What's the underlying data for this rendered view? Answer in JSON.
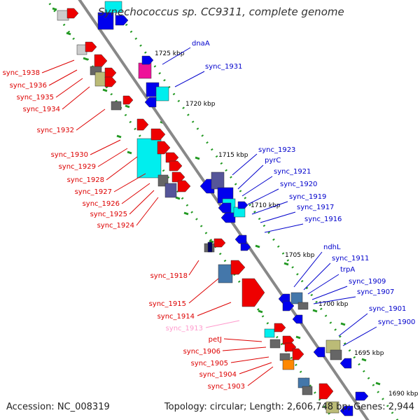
{
  "title": "Synechococcus sp. CC9311, complete genome",
  "accession": "Accession: NC_008319",
  "topology": "Topology: circular; Length: 2,606,748 bp; Genes: 2,944",
  "colors": {
    "backbone": "#888888",
    "forward_label": "#0000cc",
    "reverse_label": "#dd0000",
    "pseudo_label": "#ff99cc",
    "tick": "#229922",
    "red": "#ee0000",
    "blue": "#0000ee",
    "cyan": "#00eeee",
    "gray": "#666666",
    "lightgray": "#cccccc",
    "olive": "#bbbb77",
    "steel": "#4477aa",
    "purple": "#555599",
    "pink": "#ee1199",
    "orange": "#ff8800",
    "navy": "#000066"
  },
  "scale_labels": [
    "1725 kbp",
    "1720 kbp",
    "1715 kbp",
    "1710 kbp",
    "1705 kbp",
    "1700 kbp",
    "1695 kbp",
    "1690 kbp"
  ],
  "forward_genes": [
    "dnaA",
    "sync_1931",
    "sync_1923",
    "pyrC",
    "sync_1921",
    "sync_1920",
    "sync_1919",
    "sync_1917",
    "sync_1916",
    "ndhL",
    "sync_1911",
    "trpA",
    "sync_1909",
    "sync_1907",
    "sync_1901",
    "sync_1900"
  ],
  "reverse_genes": [
    "sync_1938",
    "sync_1936",
    "sync_1935",
    "sync_1934",
    "sync_1932",
    "sync_1930",
    "sync_1929",
    "sync_1928",
    "sync_1927",
    "sync_1926",
    "sync_1925",
    "sync_1924",
    "sync_1918",
    "sync_1915",
    "sync_1914",
    "sync_1913",
    "petJ",
    "sync_1906",
    "sync_1905",
    "sync_1904",
    "sync_1903"
  ],
  "pseudo_genes": [
    "sync_1913"
  ]
}
